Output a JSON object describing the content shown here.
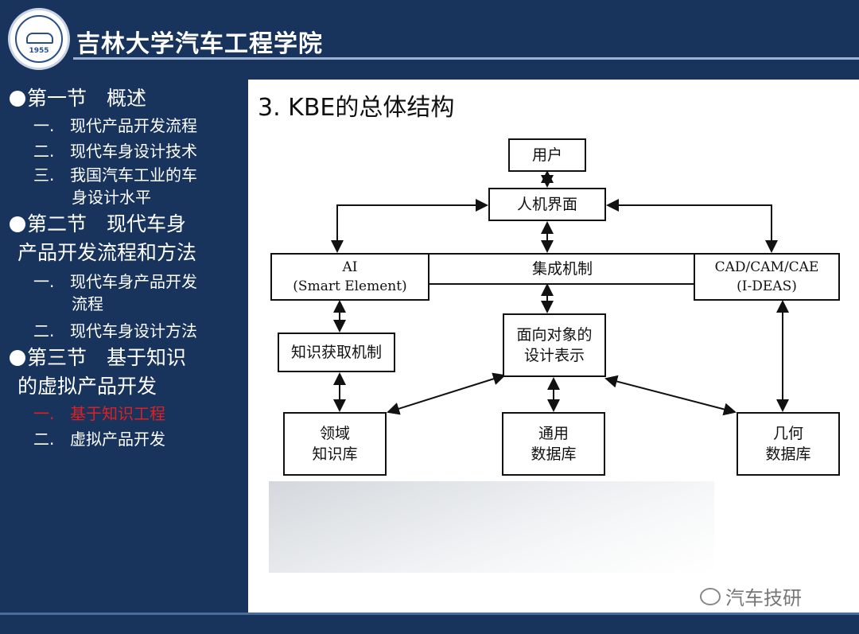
{
  "header": {
    "school_title": "吉林大学汽车工程学院",
    "logo_year": "1955"
  },
  "sidebar": {
    "sections": [
      {
        "label": "第一节　概述",
        "subs": [
          "现代产品开发流程",
          "现代车身设计技术",
          "我国汽车工业的车身设计水平"
        ]
      },
      {
        "label": "第二节　现代车身产品开发流程和方法",
        "subs": [
          "现代车身产品开发流程",
          "现代车身设计方法"
        ]
      },
      {
        "label": "第三节　基于知识的虚拟产品开发",
        "subs": [
          "基于知识工程",
          "虚拟产品开发"
        ]
      }
    ],
    "s1_l1": "第一节　概述",
    "s1_sub1": "现代产品开发流程",
    "s1_sub2": "现代车身设计技术",
    "s1_sub3a": "我国汽车工业的车",
    "s1_sub3b": "身设计水平",
    "s2_l1": "第二节　现代车身",
    "s2_l2": "产品开发流程和方法",
    "s2_sub1a": "现代车身产品开发",
    "s2_sub1b": "流程",
    "s2_sub2": "现代车身设计方法",
    "s3_l1": "第三节　基于知识",
    "s3_l2": "的虚拟产品开发",
    "s3_sub1": "基于知识工程",
    "s3_sub2": "虚拟产品开发",
    "num1": "一.",
    "num2": "二.",
    "num3": "三.",
    "active_color": "#e02020"
  },
  "main": {
    "title": "3. KBE的总体结构",
    "diagram": {
      "user": "用户",
      "hmi": "人机界面",
      "ai_l1": "AI",
      "ai_l2": "(Smart Element)",
      "integration": "集成机制",
      "cad_l1": "CAD/CAM/CAE",
      "cad_l2": "(I-DEAS)",
      "knowledge_acq": "知识获取机制",
      "oo_l1": "面向对象的",
      "oo_l2": "设计表示",
      "domain_l1": "领域",
      "domain_l2": "知识库",
      "general_l1": "通用",
      "general_l2": "数据库",
      "geometry_l1": "几何",
      "geometry_l2": "数据库"
    }
  },
  "watermark": {
    "text": "汽车技研"
  },
  "colors": {
    "background": "#18345d",
    "content_bg": "#ffffff",
    "header_line": "#9db3d3"
  }
}
